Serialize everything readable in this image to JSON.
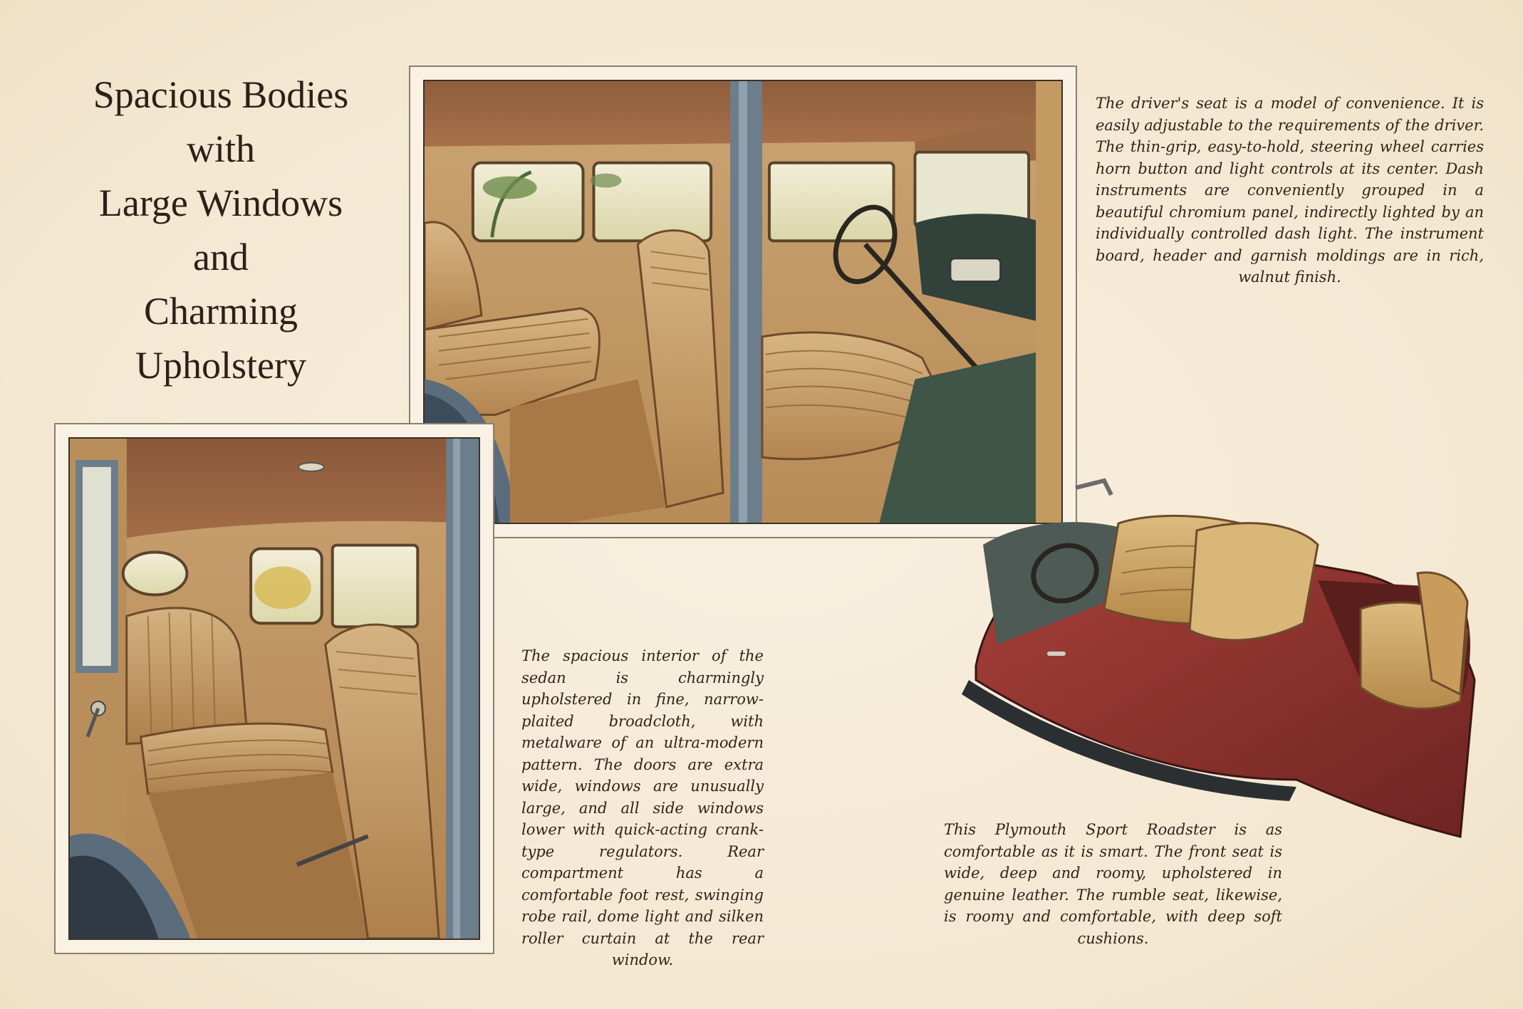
{
  "headline": {
    "lines": [
      "Spacious Bodies",
      "with",
      "Large Windows",
      "and",
      "Charming",
      "Upholstery"
    ]
  },
  "captions": {
    "driver_seat": "The driver's seat is a model of convenience. It is easily adjustable to the requirements of the driver. The thin-grip, easy-to-hold, steering wheel carries horn button and light controls at its center. Dash instruments are conveniently grouped in a beautiful chromium panel, indirectly lighted by an individually controlled dash light. The instrument board, header and garnish moldings are in rich, walnut finish.",
    "sedan_interior": "The spacious interior of the sedan is charmingly upholstered in fine, narrow-plaited broadcloth, with metalware of an ultra-modern pattern. The doors are extra wide, windows are unusually large, and all side windows lower with quick-acting crank-type regulators. Rear compartment has a comfortable foot rest, swinging robe rail, dome light and silken roller curtain at the rear window.",
    "sport_roadster": "This Plymouth Sport Roadster is as comfortable as it is smart. The front seat is wide, deep and roomy, upholstered in genuine leather. The rumble seat, likewise, is roomy and comfortable, with deep soft cushions."
  },
  "illustrations": {
    "front_interior": "sedan-front-interior-illustration",
    "rear_interior": "sedan-rear-interior-illustration",
    "roadster": "sport-roadster-illustration"
  },
  "colors": {
    "paper": "#f6ecd9",
    "ink": "#2b2118",
    "upholstery": "#c9a56c",
    "roadster_body": "#8a2e2a",
    "pillar_blue": "#5d7184"
  }
}
